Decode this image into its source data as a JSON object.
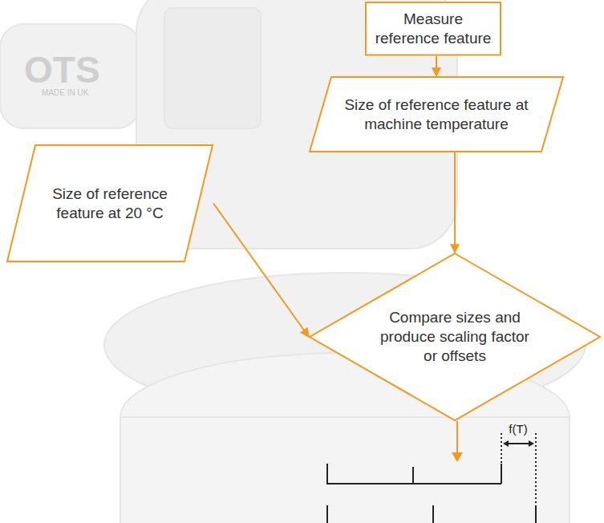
{
  "diagram": {
    "nodes": [
      {
        "text": [
          "Measure reference feature"
        ]
      },
      {
        "text": [
          "Size of reference feature at machine temperature"
        ]
      },
      {
        "text": [
          "Size of reference feature at 20 °C"
        ]
      },
      {
        "text": [
          "Compare sizes and produce scaling factor or offsets"
        ]
      }
    ],
    "edges": [
      {
        "from": 0,
        "to": 1,
        "arrow": "to"
      },
      {
        "from": 1,
        "to": 3,
        "arrow": "to"
      },
      {
        "from": 2,
        "to": 3,
        "arrow": "to"
      }
    ],
    "labels": [
      "OTS",
      "MADE IN UK",
      "f(T)"
    ]
  }
}
